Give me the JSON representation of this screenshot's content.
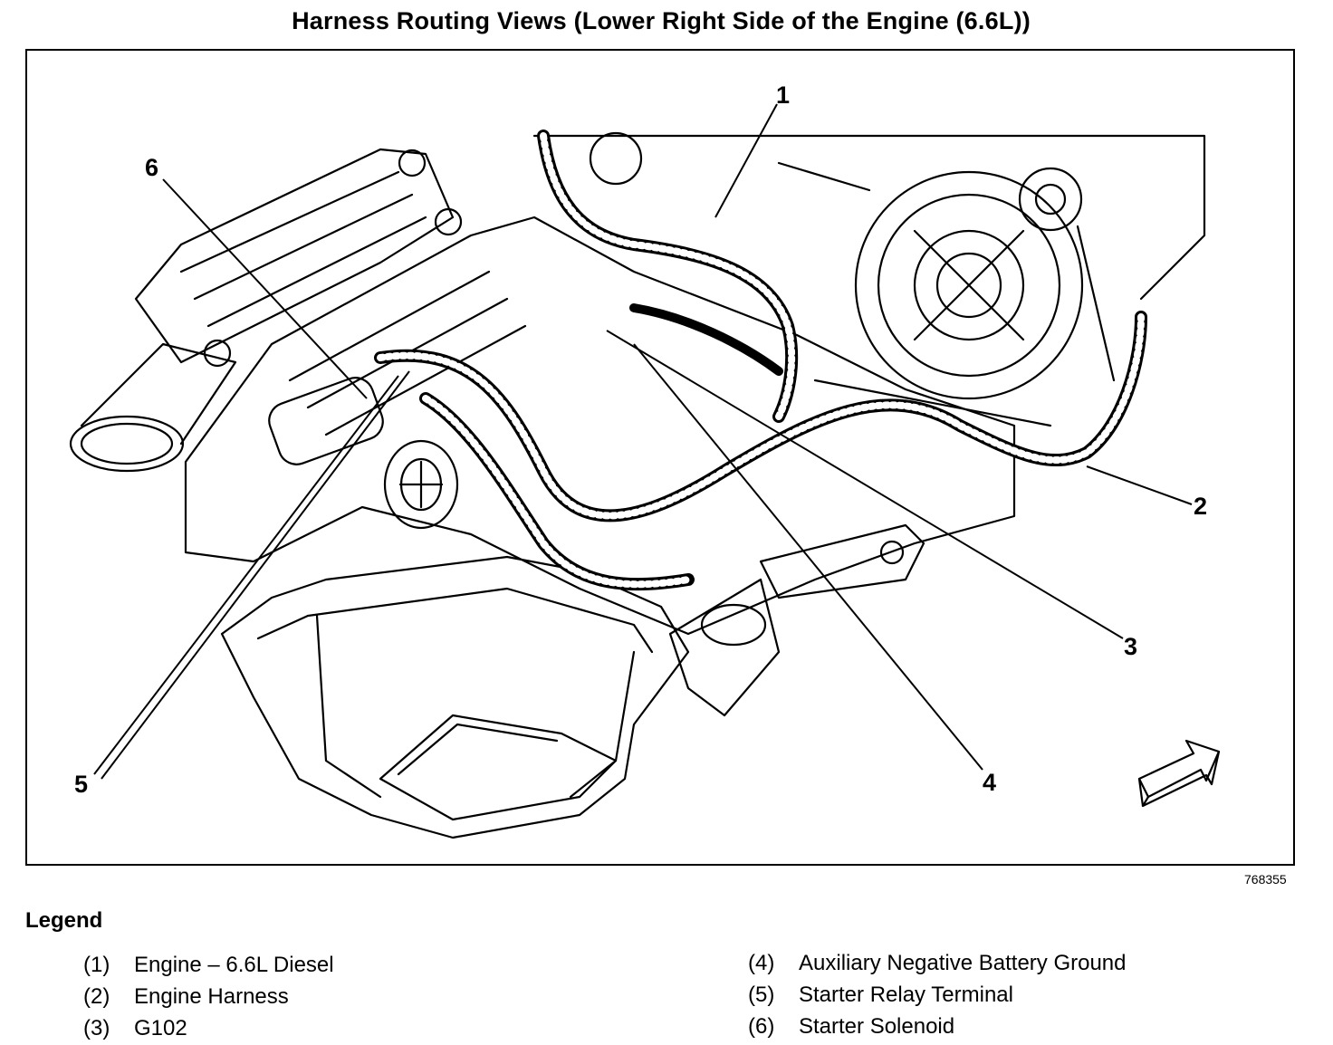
{
  "title": "Harness Routing Views (Lower Right Side of the Engine (6.6L))",
  "figure_number": "768355",
  "callouts": [
    "1",
    "2",
    "3",
    "4",
    "5",
    "6"
  ],
  "legend": {
    "title": "Legend",
    "items": [
      {
        "num": "(1)",
        "label": "Engine – 6.6L Diesel"
      },
      {
        "num": "(2)",
        "label": "Engine Harness"
      },
      {
        "num": "(3)",
        "label": "G102"
      },
      {
        "num": "(4)",
        "label": "Auxiliary Negative Battery Ground"
      },
      {
        "num": "(5)",
        "label": "Starter Relay Terminal"
      },
      {
        "num": "(6)",
        "label": "Starter Solenoid"
      }
    ]
  }
}
